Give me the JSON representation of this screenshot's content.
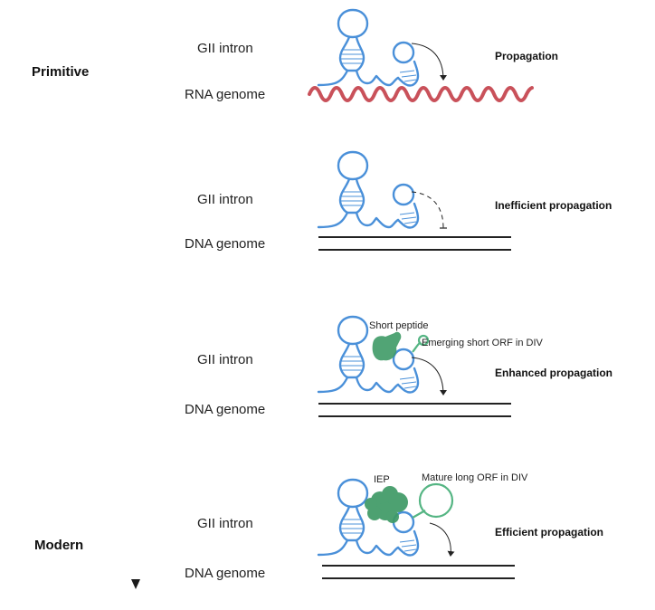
{
  "eras": {
    "top": "Primitive",
    "bottom": "Modern"
  },
  "stages": [
    {
      "intron": "GII intron",
      "genome": "RNA genome",
      "outcome": "Propagation"
    },
    {
      "intron": "GII intron",
      "genome": "DNA genome",
      "outcome": "Inefficient propagation"
    },
    {
      "intron": "GII intron",
      "genome": "DNA genome",
      "outcome": "Enhanced propagation",
      "annotations": [
        "Short peptide",
        "Emerging short ORF in DIV"
      ]
    },
    {
      "intron": "GII intron",
      "genome": "DNA genome",
      "outcome": "Efficient propagation",
      "annotations": [
        "IEP",
        "Mature long ORF in DIV"
      ]
    }
  ],
  "colors": {
    "rna": "#4a90d9",
    "rna_genome": "#c9515a",
    "protein": "#3e9a66",
    "orf": "#55b583",
    "dna": "#222222"
  }
}
